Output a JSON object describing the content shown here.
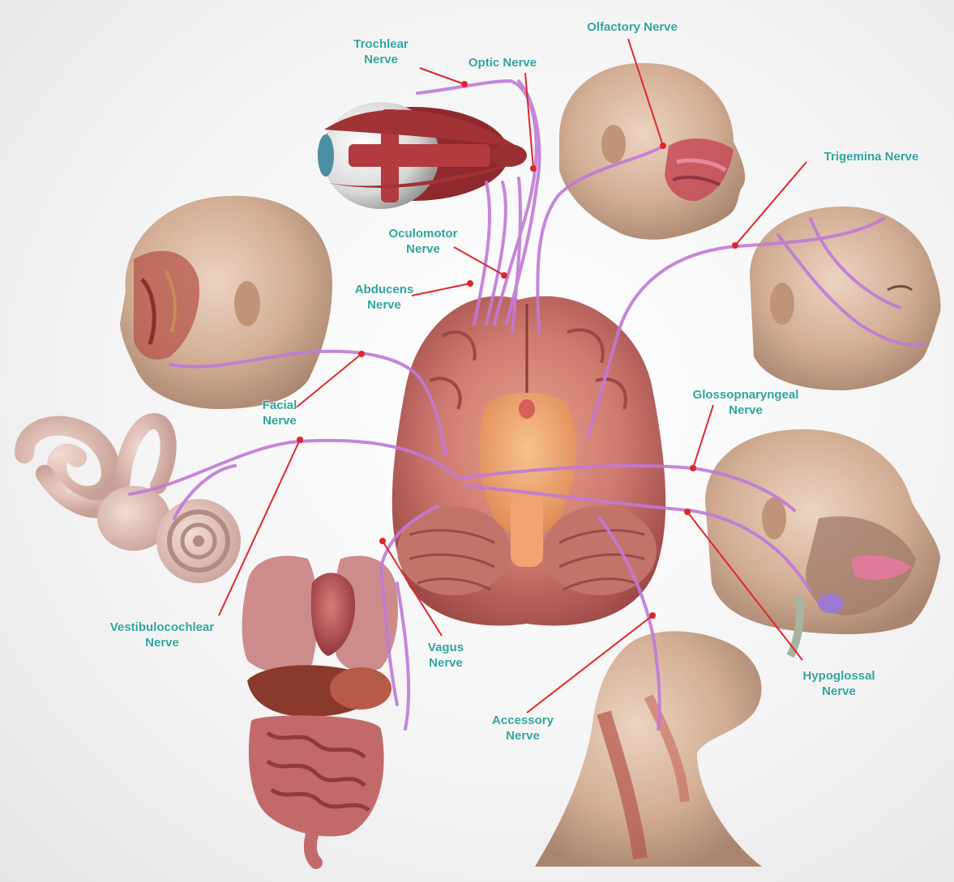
{
  "labels": {
    "trochlear": [
      "Trochlear",
      "Nerve"
    ],
    "optic": [
      "Optic Nerve"
    ],
    "olfactory": [
      "Olfactory Nerve"
    ],
    "trigemina": [
      "Trigemina Nerve"
    ],
    "oculomotor": [
      "Oculomotor",
      "Nerve"
    ],
    "abducens": [
      "Abducens",
      "Nerve"
    ],
    "facial": [
      "Facial",
      "Nerve"
    ],
    "glossopharyngeal": [
      "Glossopnaryngeal",
      "Nerve"
    ],
    "vestibulocochlear": [
      "Vestibulocochlear",
      "Nerve"
    ],
    "vagus": [
      "Vagus",
      "Nerve"
    ],
    "hypoglossal": [
      "Hypoglossal",
      "Nerve"
    ],
    "accessory": [
      "Accessory",
      "Nerve"
    ]
  },
  "colors": {
    "label": "#2fa39c",
    "nerve": "#c07ad6",
    "pointer": "#e0262b",
    "skin": "#d9b69d",
    "brain": "#cf7b70",
    "organ": "#b8464a"
  },
  "icons": [
    "eye-illustration",
    "head-illustration",
    "brain-illustration",
    "inner-ear-illustration",
    "organs-illustration",
    "neck-illustration"
  ]
}
